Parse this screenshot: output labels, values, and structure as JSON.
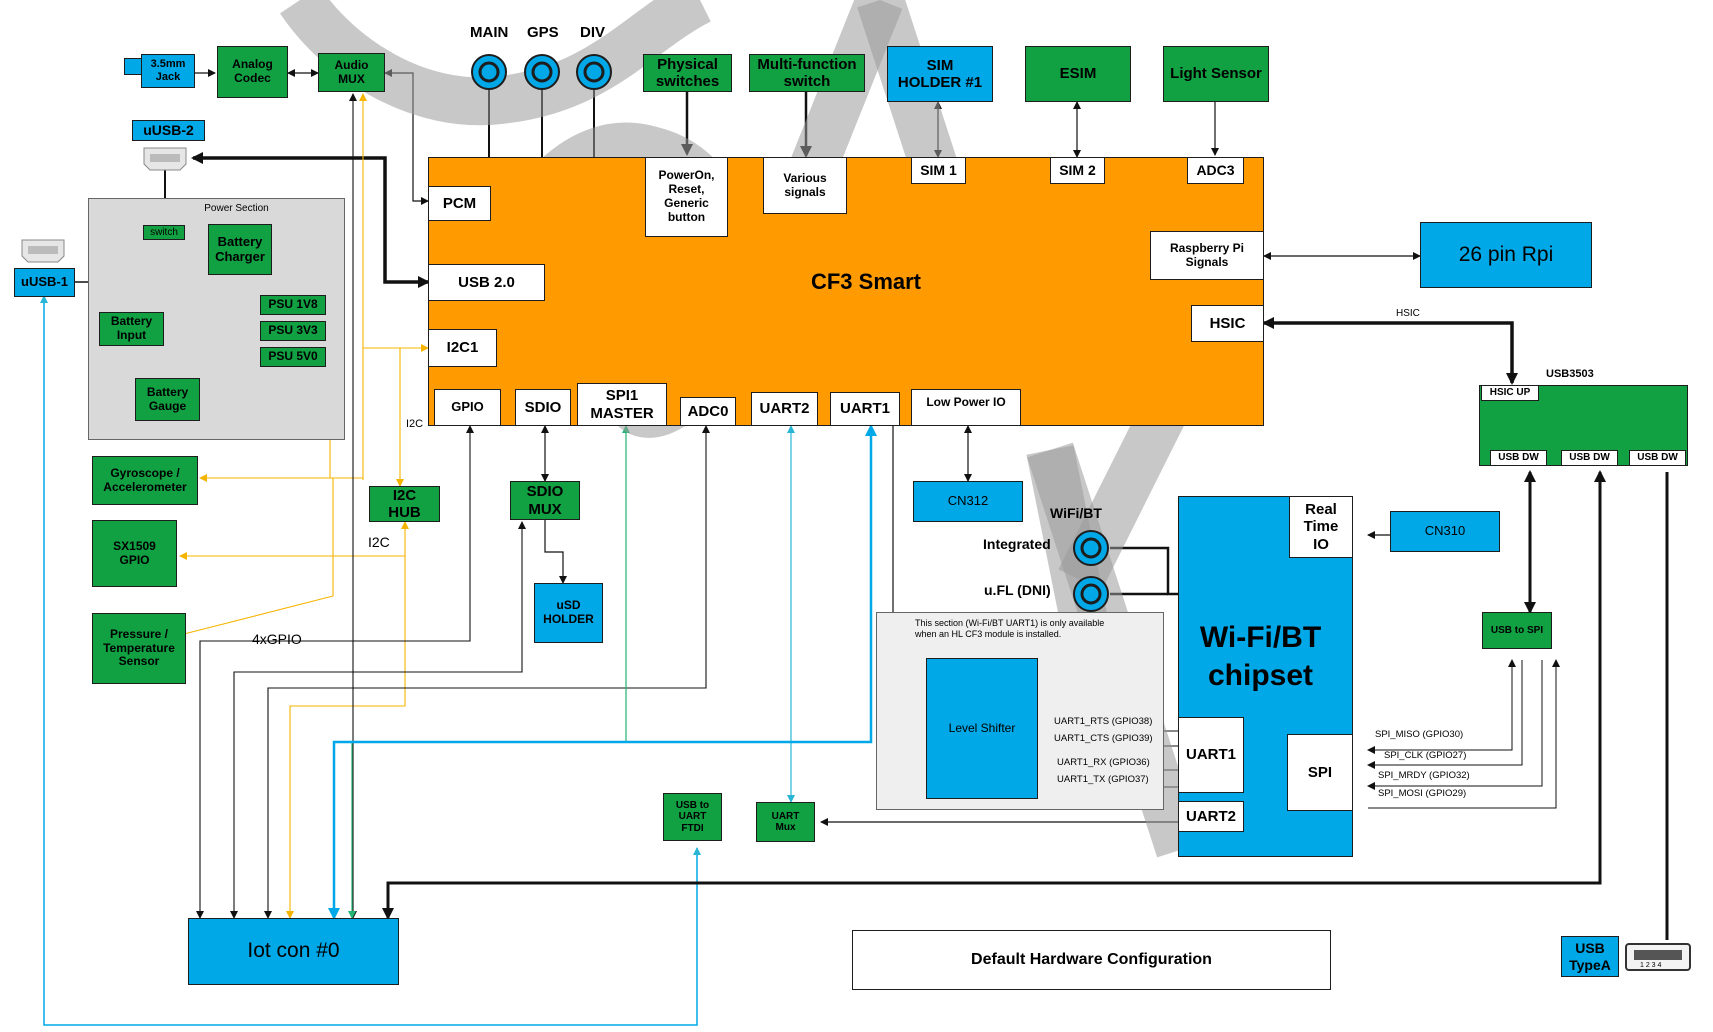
{
  "title": "Default Hardware Configuration",
  "antennas": {
    "main": "MAIN",
    "gps": "GPS",
    "div": "DIV"
  },
  "top_blocks": {
    "jack": "3.5mm\nJack",
    "analog_codec": "Analog\nCodec",
    "audio_mux": "Audio\nMUX",
    "physical_switches": "Physical\nswitches",
    "multi_function_switch": "Multi-function\nswitch",
    "sim_holder": "SIM\nHOLDER #1",
    "esim": "ESIM",
    "light_sensor": "Light Sensor"
  },
  "usb_ports": {
    "uusb2": "uUSB-2",
    "uusb1": "uUSB-1"
  },
  "power_section": {
    "title": "Power Section",
    "switch": "switch",
    "battery_charger": "Battery\nCharger",
    "battery_input": "Battery\nInput",
    "psu_1v8": "PSU 1V8",
    "psu_3v3": "PSU 3V3",
    "psu_5v0": "PSU 5V0",
    "battery_gauge": "Battery\nGauge"
  },
  "cf3": {
    "title": "CF3 Smart",
    "pcm": "PCM",
    "usb20": "USB 2.0",
    "i2c1": "I2C1",
    "gpio": "GPIO",
    "sdio": "SDIO",
    "spi1": "SPI1\nMASTER",
    "adc0": "ADC0",
    "uart2": "UART2",
    "uart1": "UART1",
    "low_power_io": "Low Power IO",
    "poweron": "PowerOn,\nReset,\nGeneric\nbutton",
    "various": "Various\nsignals",
    "sim1": "SIM 1",
    "sim2": "SIM 2",
    "adc3": "ADC3",
    "rpi_signals": "Raspberry Pi\nSignals",
    "hsic": "HSIC"
  },
  "rpi": "26 pin Rpi",
  "hsic_label": "HSIC",
  "usb3503": {
    "title": "USB3503",
    "hsic_up": "HSIC UP",
    "usb_dw": "USB DW"
  },
  "left_blocks": {
    "gyro": "Gyroscope /\nAccelerometer",
    "sx1509": "SX1509\nGPIO",
    "pressure": "Pressure /\nTemperature\nSensor",
    "i2c_hub": "I2C\nHUB",
    "sdio_mux": "SDIO\nMUX",
    "usd": "uSD\nHOLDER"
  },
  "bus_labels": {
    "i2c_a": "I2C",
    "i2c_b": "I2C",
    "gpio4": "4xGPIO"
  },
  "cn312": "CN312",
  "cn310": "CN310",
  "wifi": {
    "antenna_title": "WiFi/BT",
    "integrated": "Integrated",
    "ufl": "u.FL (DNI)",
    "chipset": "Wi-Fi/BT\nchipset",
    "rtio": "Real\nTime\nIO",
    "uart1": "UART1",
    "uart2": "UART2",
    "spi": "SPI"
  },
  "section_note": "This section (Wi-Fi/BT UART1) is only available\nwhen an HL CF3 module is installed.",
  "level_shifter": "Level Shifter",
  "uart_signals": [
    "UART1_RTS (GPIO38)",
    "UART1_CTS (GPIO39)",
    "UART1_RX (GPIO36)",
    "UART1_TX (GPIO37)"
  ],
  "spi_signals": [
    "SPI_MISO (GPIO30)",
    "SPI_CLK (GPIO27)",
    "SPI_MRDY (GPIO32)",
    "SPI_MOSI (GPIO29)"
  ],
  "usb_to_spi": "USB to SPI",
  "usb_to_uart": "USB to\nUART\nFTDI",
  "uart_mux": "UART\nMux",
  "iot": "Iot con #0",
  "usb_typea": "USB\nTypeA",
  "usb_typea_pins": "1 2 3 4",
  "colors": {
    "green": "#11a142",
    "blue": "#00a8e8",
    "orange": "#ff9b00",
    "i2c_line": "#f5b400",
    "spi_line": "#22b573",
    "uart_line": "#29b6d6",
    "usb_line": "#00a8e8"
  }
}
